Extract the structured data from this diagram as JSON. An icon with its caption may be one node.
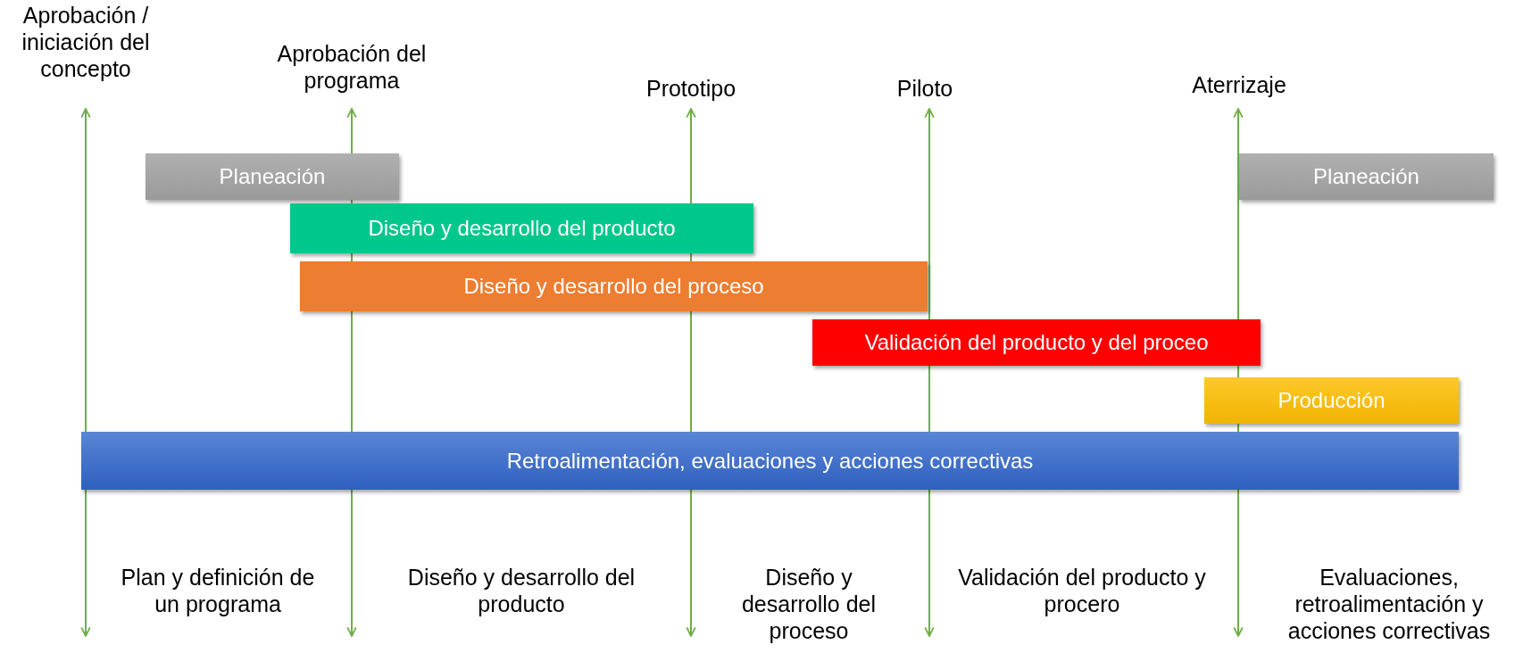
{
  "diagram": {
    "nodes": [
      {
        "text": [
          "Planeación"
        ]
      },
      {
        "text": [
          "Diseño y desarrollo del producto"
        ]
      },
      {
        "text": [
          "Diseño y desarrollo del  proceso"
        ]
      },
      {
        "text": [
          "Validación del producto y del proceo"
        ]
      },
      {
        "text": [
          "Producción"
        ]
      },
      {
        "text": [
          "Retroalimentación, evaluaciones y acciones correctivas"
        ]
      },
      {
        "text": [
          "Planeación"
        ]
      }
    ],
    "labels": [
      "Aprobación / iniciación del concepto",
      "Aprobación del programa",
      "Prototipo",
      "Piloto",
      "Aterrizaje",
      "Plan y definición de un programa",
      "Diseño y desarrollo del producto",
      "Diseño y desarrollo del proceso",
      "Validación del producto y procero",
      "Evaluaciones, retroalimentación y acciones correctivas"
    ]
  }
}
